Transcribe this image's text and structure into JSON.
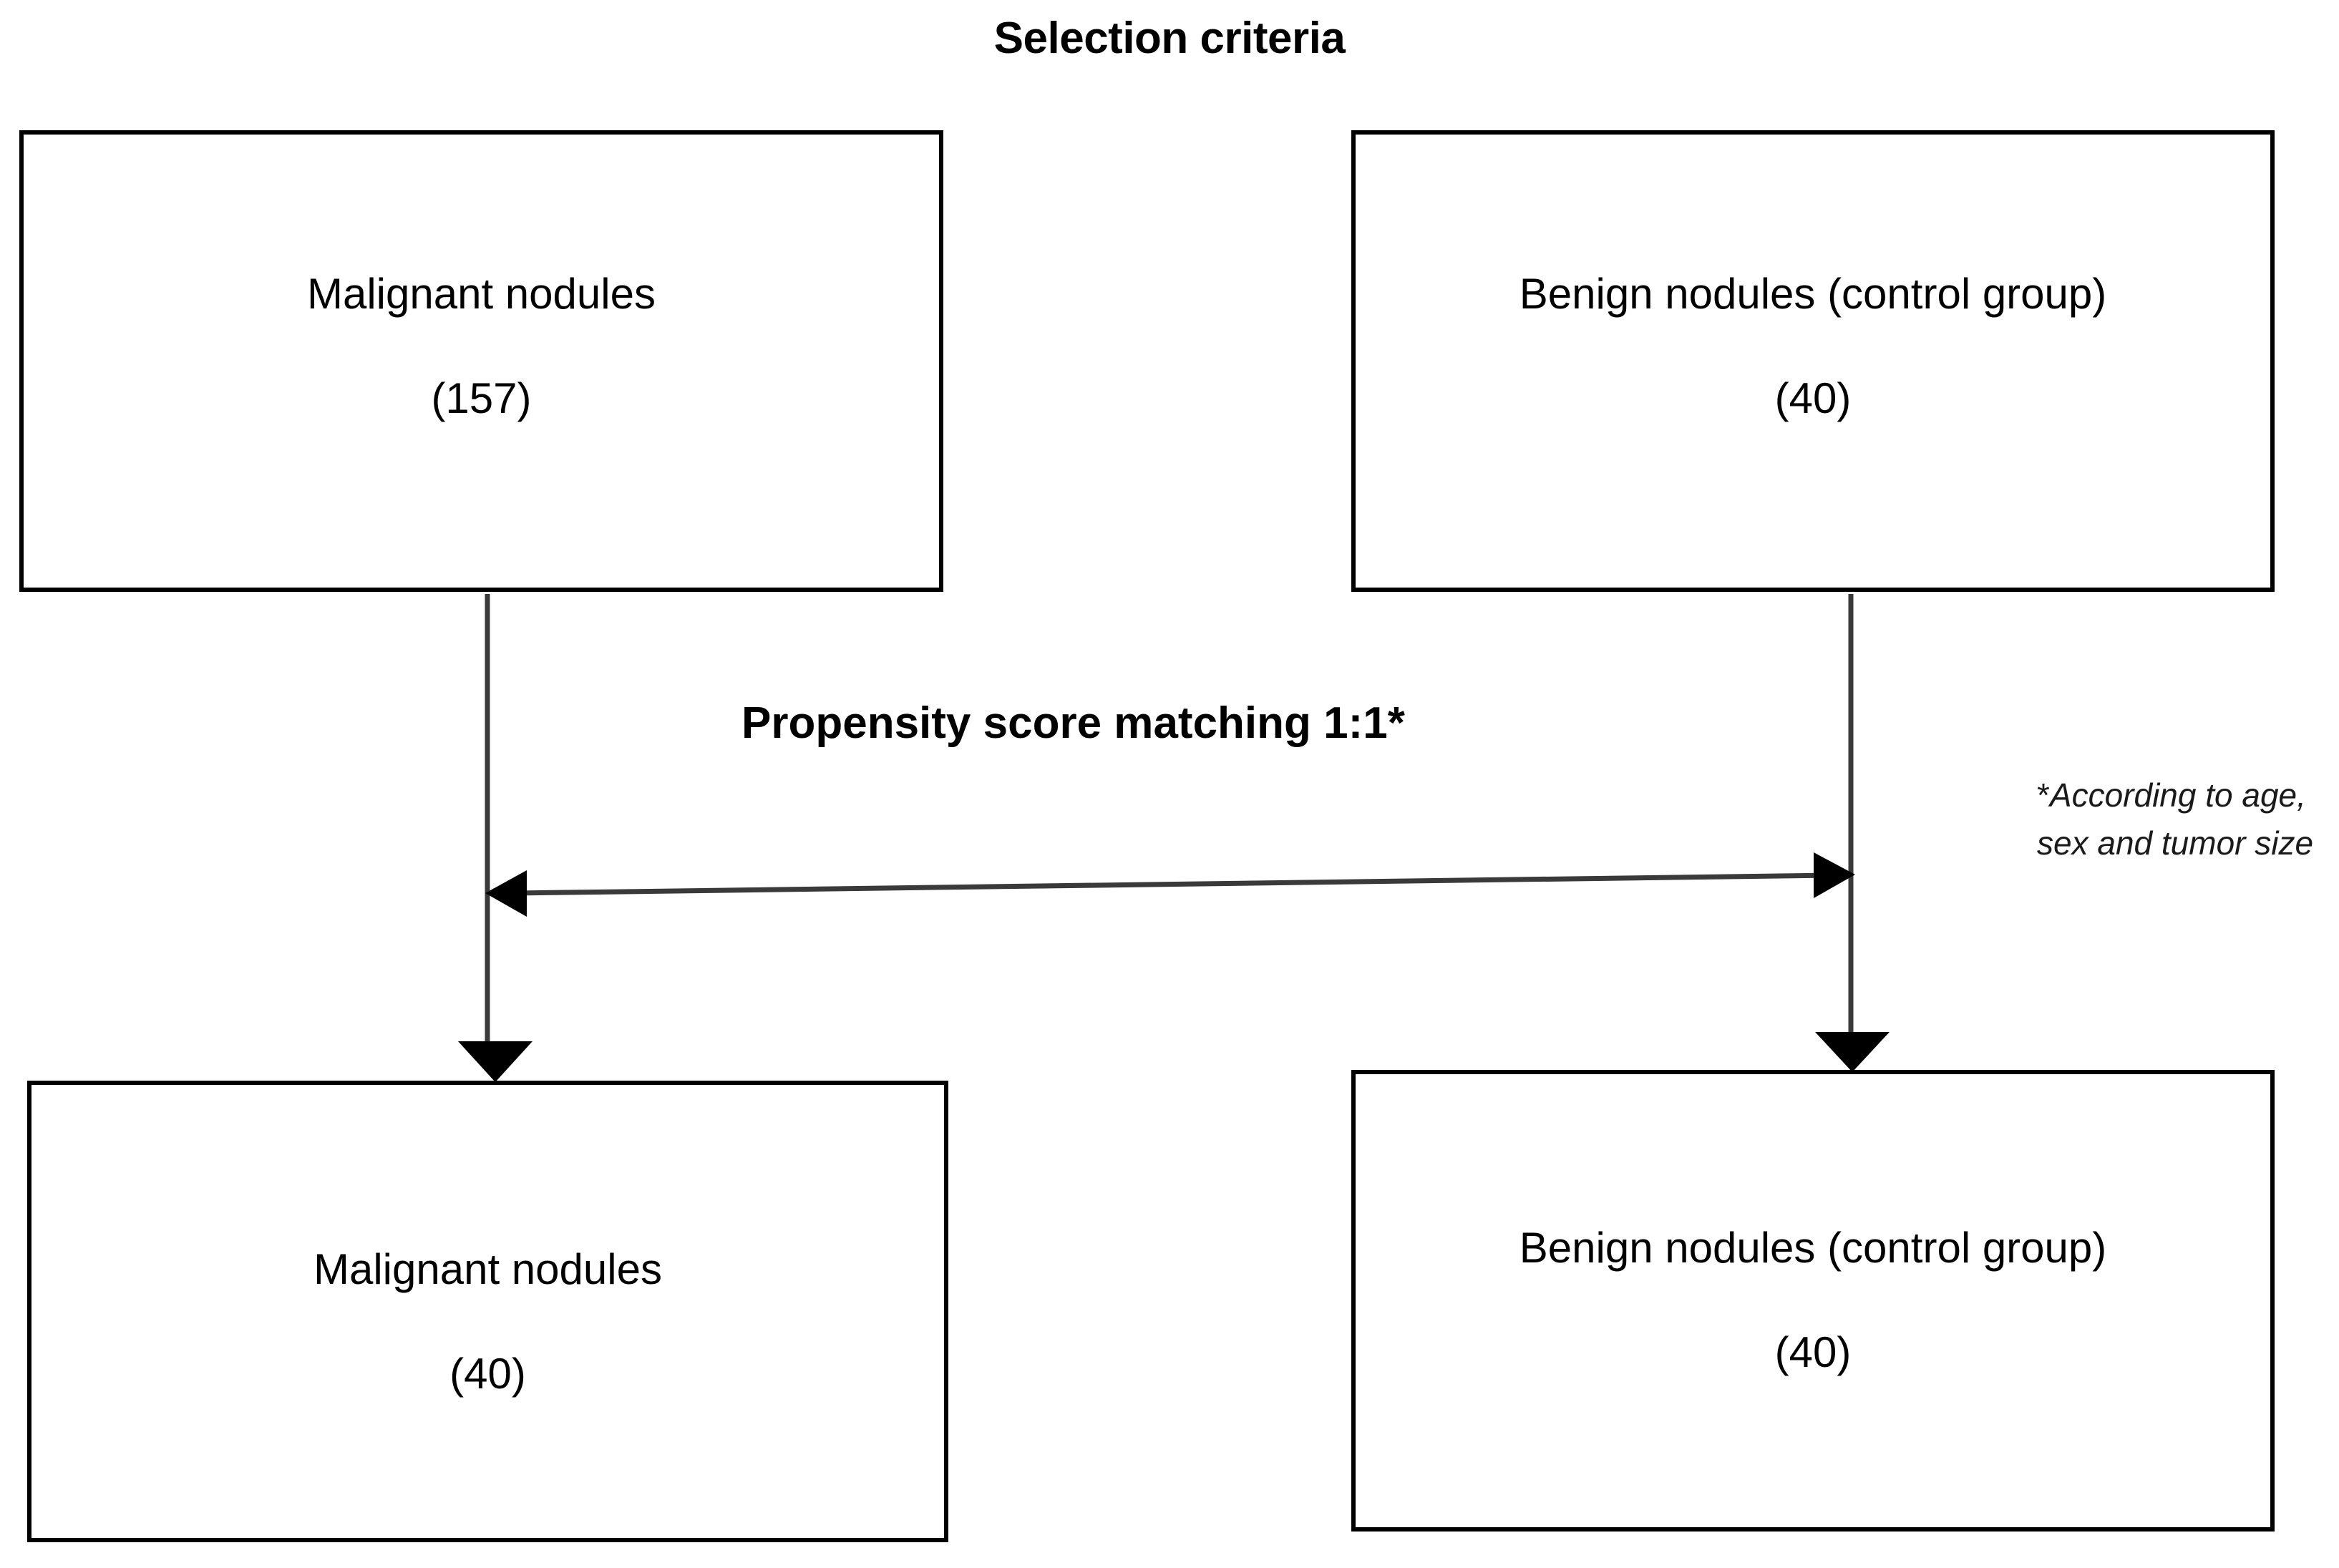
{
  "diagram": {
    "title": "Selection criteria",
    "type": "flowchart",
    "nodes": [
      {
        "id": "malignant-top",
        "label": "Malignant nodules",
        "count": "(157)",
        "position": "top-left"
      },
      {
        "id": "benign-top",
        "label": "Benign nodules (control group)",
        "count": "(40)",
        "position": "top-right"
      },
      {
        "id": "malignant-bottom",
        "label": "Malignant nodules",
        "count": "(40)",
        "position": "bottom-left"
      },
      {
        "id": "benign-bottom",
        "label": "Benign nodules (control group)",
        "count": "(40)",
        "position": "bottom-right"
      }
    ],
    "match_label": "Propensity score matching 1:1*",
    "footnote": {
      "marker": "*",
      "line1": "According to age,",
      "line2": "sex and tumor size"
    },
    "colors": {
      "stroke": "#000000",
      "background": "#ffffff",
      "text": "#000000",
      "connector": "#3a3a3a"
    }
  }
}
